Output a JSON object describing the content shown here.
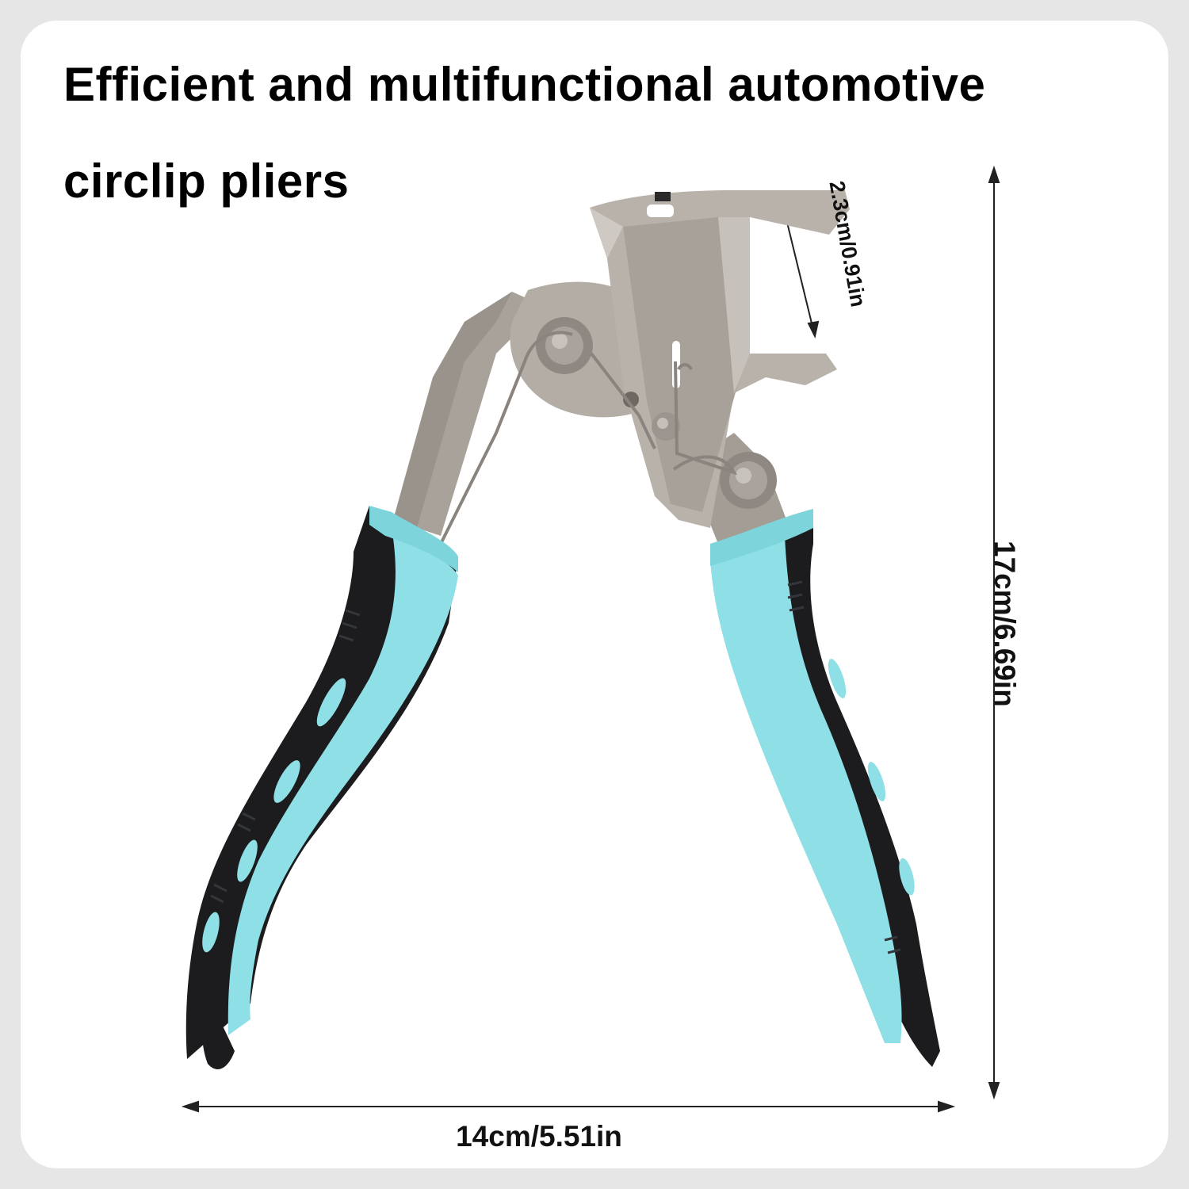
{
  "title": {
    "line1": "Efficient and multifunctional automotive",
    "line2": "circlip pliers"
  },
  "dimensions": {
    "width_label": "14cm/5.51in",
    "height_label": "17cm/6.69in",
    "jaw_label": "2.3cm/0.91in"
  },
  "colors": {
    "background": "#ffffff",
    "grip_teal": "#8ee0e6",
    "grip_black": "#1c1c1e",
    "steel": "#b3aba4",
    "text": "#000000"
  },
  "product": {
    "name": "circlip pliers illustration",
    "icon": "pliers-icon"
  }
}
